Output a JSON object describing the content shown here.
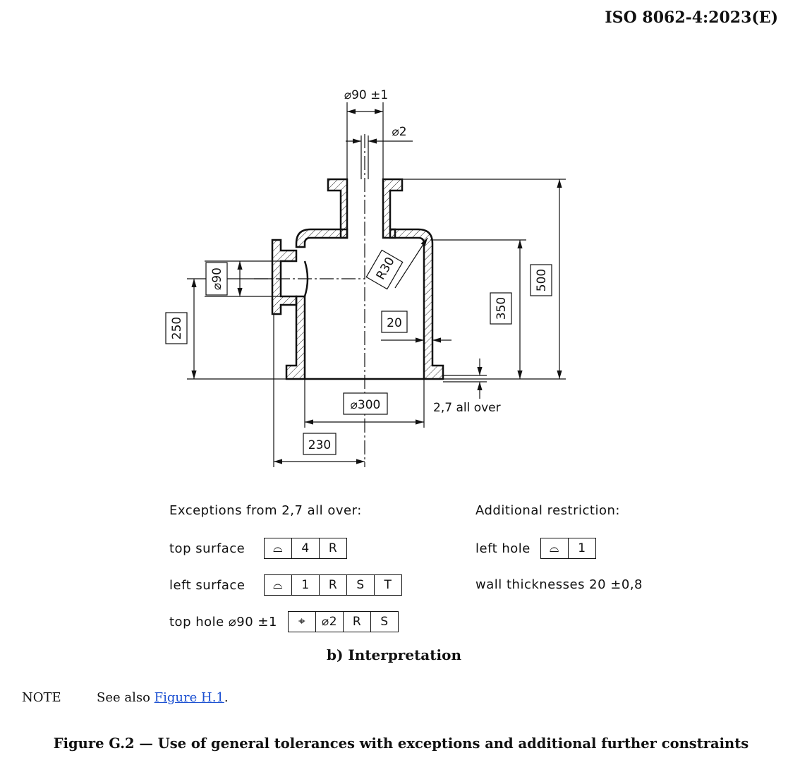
{
  "header": {
    "doc_id": "ISO 8062-4:2023(E)"
  },
  "drawing": {
    "dims": {
      "top_hole": "⌀90 ±1",
      "small_hole": "⌀2",
      "height_500": "500",
      "height_350": "350",
      "height_250": "250",
      "left_hole": "⌀90",
      "radius": "R30",
      "wall": "20",
      "diameter": "⌀300",
      "offset": "230",
      "all_over": "2,7 all over"
    }
  },
  "exceptions": {
    "title": "Exceptions from 2,7 all over:",
    "rows": [
      {
        "label": "top surface",
        "cells": [
          "4",
          "R"
        ]
      },
      {
        "label": "left surface",
        "cells": [
          "1",
          "R",
          "S",
          "T"
        ]
      },
      {
        "label": "top hole ⌀90 ±1",
        "cells": [
          "⌀2",
          "R",
          "S"
        ]
      }
    ]
  },
  "additional": {
    "title": "Additional restriction:",
    "left_hole_label": "left hole",
    "left_hole_cells": [
      "1"
    ],
    "wall": "wall thicknesses 20 ±0,8"
  },
  "subcaption": "b) Interpretation",
  "note": {
    "label": "NOTE",
    "text": "See also ",
    "link": "Figure H.1",
    "end": "."
  },
  "caption": "Figure G.2 — Use of general tolerances with exceptions and additional further constraints"
}
